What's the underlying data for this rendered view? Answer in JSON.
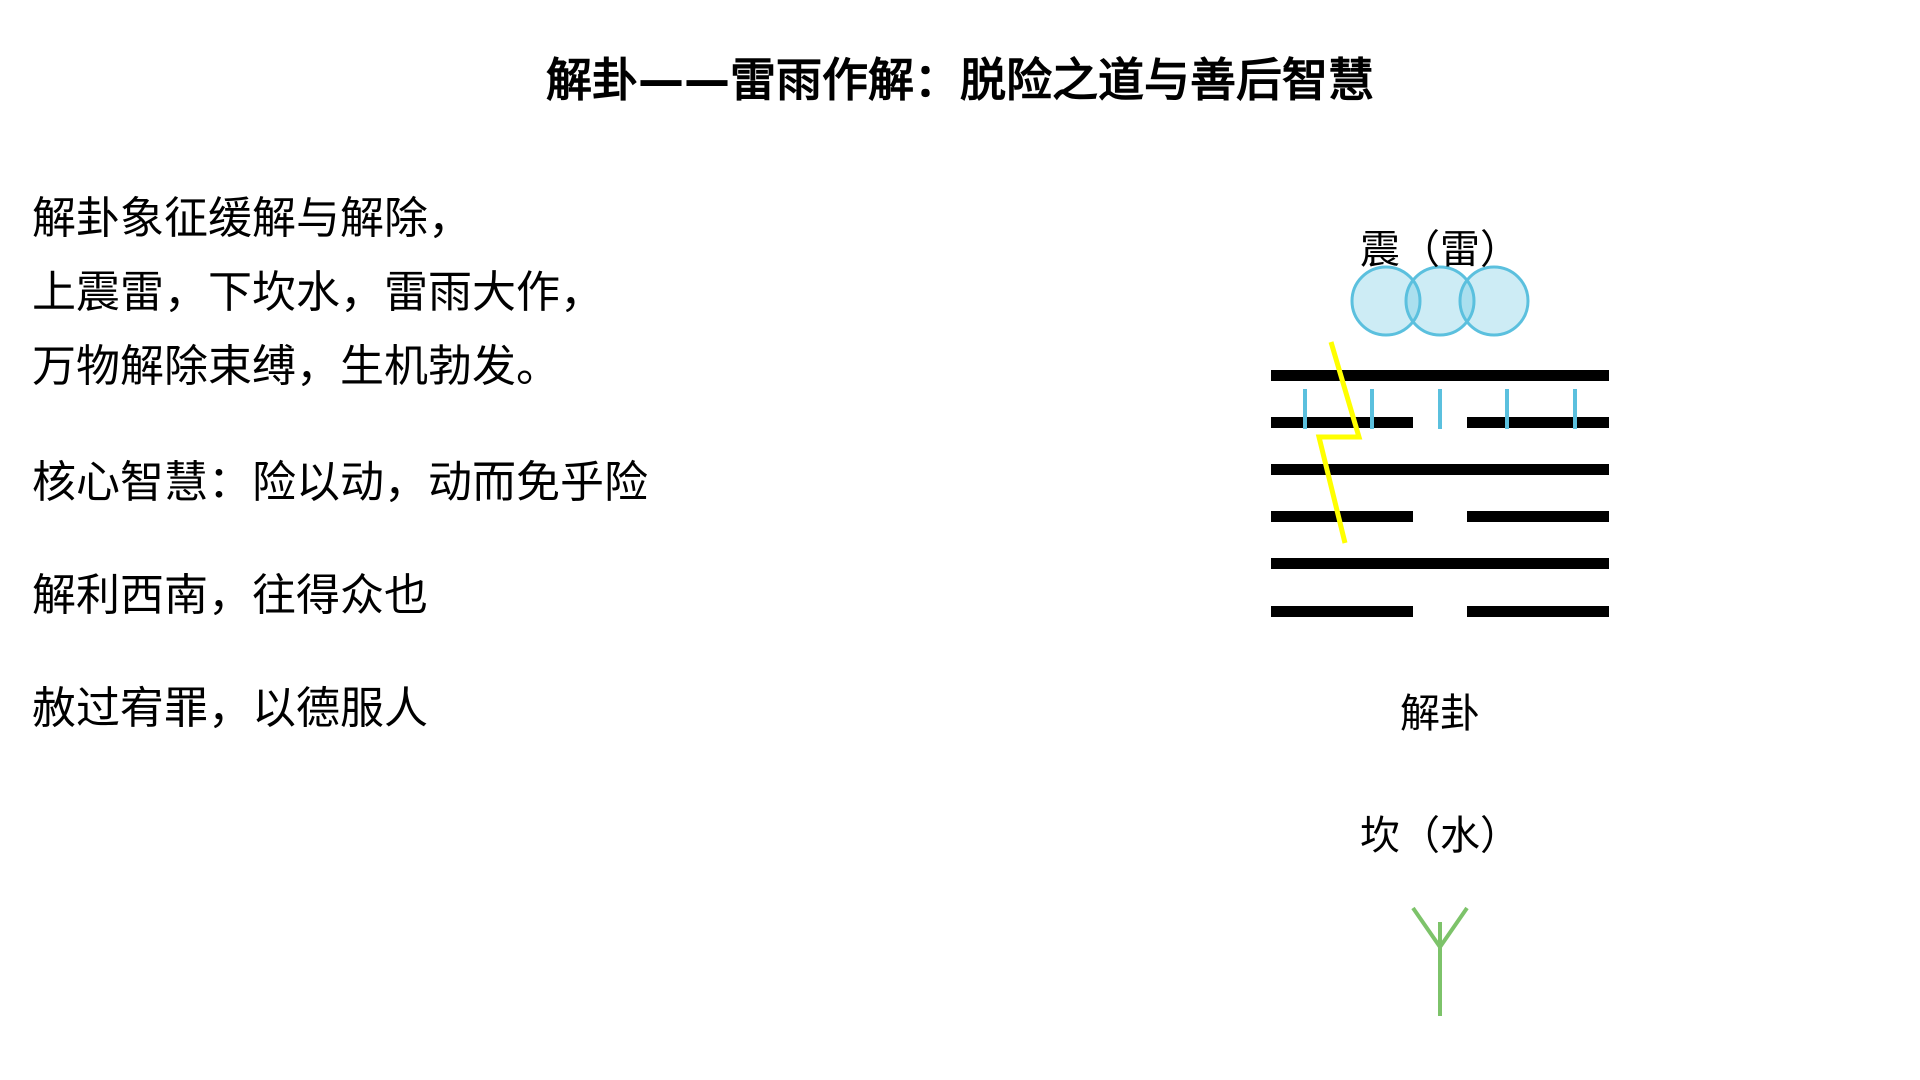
{
  "title": "解卦——雷雨作解：脱险之道与善后智慧",
  "text_blocks": {
    "intro": {
      "lines": [
        "解卦象征缓解与解除，",
        "上震雷，下坎水，雷雨大作，",
        "万物解除束缚，生机勃发。"
      ]
    },
    "core_wisdom": "核心智慧：险以动，动而免乎险",
    "southwest": "解利西南，往得众也",
    "pardon": "赦过宥罪，以德服人"
  },
  "diagram": {
    "upper_trigram_label": "震（雷）",
    "hexagram_label": "解卦",
    "lower_trigram_label": "坎（水）",
    "lines_top_to_bottom": [
      "solid",
      "broken",
      "solid",
      "broken",
      "solid",
      "broken"
    ],
    "colors": {
      "line": "#000000",
      "cloud_stroke": "#5bc0de",
      "cloud_fill": "#cdeef6",
      "rain": "#5bc0de",
      "lightning": "#ffff00",
      "sprout": "#7dc36a"
    }
  }
}
